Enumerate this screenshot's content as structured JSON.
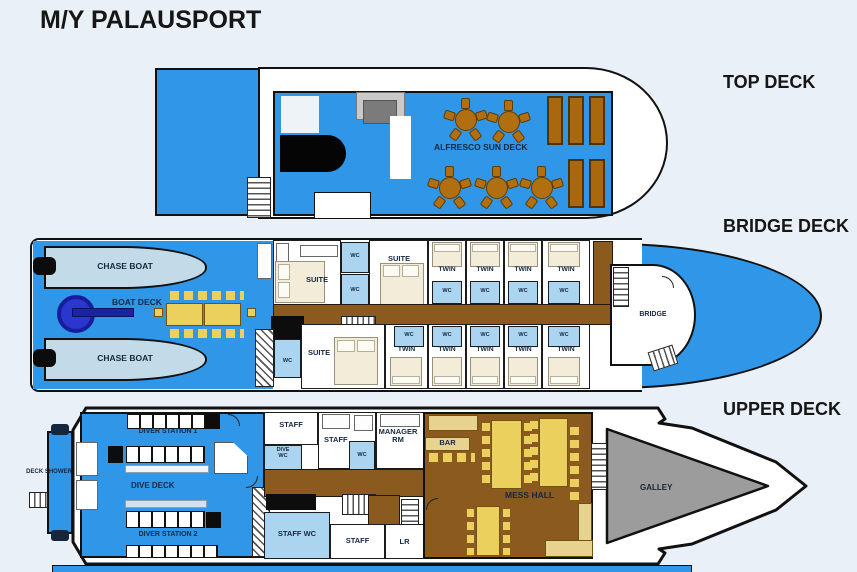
{
  "title": "M/Y PALAUSPORT",
  "deck_labels": {
    "top": "TOP DECK",
    "bridge": "BRIDGE DECK",
    "upper": "UPPER DECK"
  },
  "top_deck": {
    "sun_deck": "ALFRESCO SUN DECK"
  },
  "bridge_deck": {
    "chase_boat": "CHASE BOAT",
    "boat_deck": "BOAT DECK",
    "suite": "SUITE",
    "wc": "WC",
    "twin": "TWIN",
    "bridge": "BRIDGE"
  },
  "upper_deck": {
    "deck_shower": "DECK SHOWER",
    "diver_station_1": "DIVER STATION 1",
    "dive_deck": "DIVE DECK",
    "diver_station_2": "DIVER STATION 2",
    "staff": "STAFF",
    "dive_wc": "DIVE WC",
    "wc": "WC",
    "manager_rm": "MANAGER RM",
    "bar": "BAR",
    "mess_hall": "MESS HALL",
    "staff_wc": "STAFF WC",
    "lr": "LR",
    "galley": "GALLEY"
  },
  "colors": {
    "background": "#e9f0f7",
    "deck_blue": "#2f96e8",
    "chase_boat_blue": "#c3dbe9",
    "wc_blue": "#abd4f0",
    "corridor_brown": "#8a5a1e",
    "table_khaki": "#ecd05e",
    "counter_khaki": "#e7d28f",
    "sun_table_brown": "#b26f10",
    "bed_cream": "#f2ecd8",
    "galley_gray": "#9c9c9c",
    "crane_blue": "#2b36cf",
    "label_navy": "#16283f"
  }
}
